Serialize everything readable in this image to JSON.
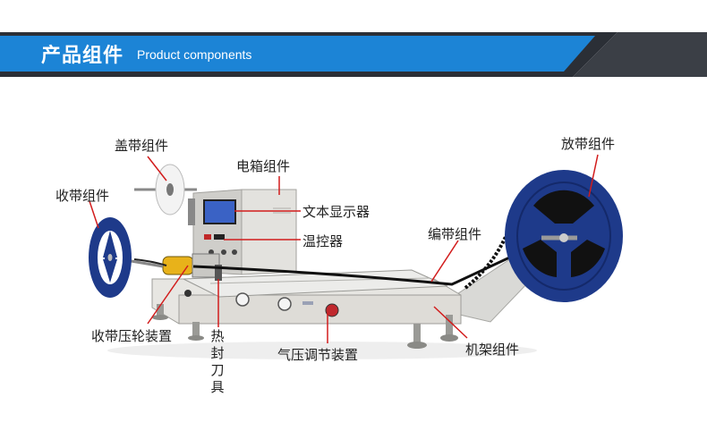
{
  "header": {
    "title_cn": "产品组件",
    "title_en": "Product components"
  },
  "labels": {
    "cover_tape": "盖带组件",
    "electric_box": "电箱组件",
    "text_display": "文本显示器",
    "temp_controller": "温控器",
    "take_up": "收带组件",
    "release": "放带组件",
    "braid": "编带组件",
    "take_up_press": "收带压轮装置",
    "heat_seal": "热封刀具",
    "pressure_adjust": "气压调节装置",
    "frame": "机架组件"
  },
  "colors": {
    "banner_blue": "#1c84d6",
    "banner_dark": "#3b3f46",
    "reel_blue": "#1e3a8a",
    "pointer_red": "#d21c1c"
  }
}
